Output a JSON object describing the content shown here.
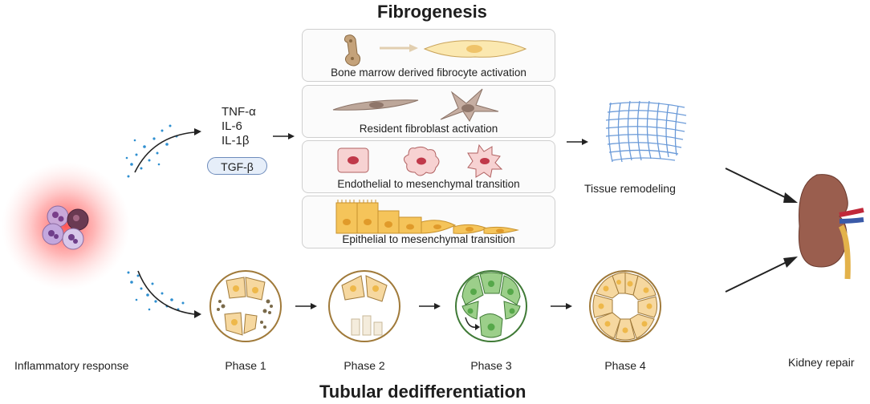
{
  "titles": {
    "top": "Fibrogenesis",
    "bottom": "Tubular dedifferentiation"
  },
  "cytokines": [
    "TNF-α",
    "IL-6",
    "IL-1β"
  ],
  "tgf_badge": "TGF-β",
  "fibrogenesis_panels": [
    "Bone marrow derived fibrocyte activation",
    "Resident fibroblast activation",
    "Endothelial to mesenchymal transition",
    "Epithelial to mesenchymal transition"
  ],
  "labels": {
    "inflammatory": "Inflammatory response",
    "tissue_remodeling": "Tissue remodeling",
    "kidney_repair": "Kidney repair"
  },
  "phases": [
    "Phase 1",
    "Phase 2",
    "Phase 3",
    "Phase 4"
  ],
  "colors": {
    "cell_fill": "#f6d8a0",
    "cell_stroke": "#a07a3a",
    "nucleus": "#eeb84a",
    "phase3_cell": "#9ccf8a",
    "phase3_nucleus": "#56a84a",
    "glow": "#ff6a6a",
    "mesh": "#6a9ad8",
    "kidney": "#9a5e4e",
    "arrow": "#222222",
    "dots": "#2e8fd0"
  }
}
